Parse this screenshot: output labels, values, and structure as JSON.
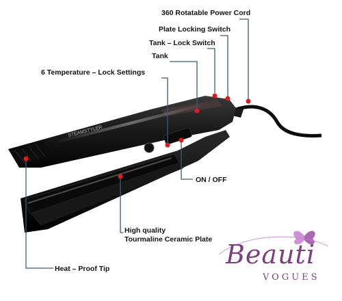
{
  "labels": {
    "power_cord": "360 Rotatable Power Cord",
    "plate_locking_switch": "Plate Locking Switch",
    "tank_lock_switch": "Tank – Lock Switch",
    "tank": "Tank",
    "temperature_lock": "6 Temperature – Lock Settings",
    "on_off": "ON / OFF",
    "ceramic_plate_line1": "High quality",
    "ceramic_plate_line2": "Tourmaline Ceramic Plate",
    "heat_proof_tip": "Heat – Proof Tip"
  },
  "device_text": {
    "brand": "STEAMSTYLER"
  },
  "logo": {
    "main": "Beauti",
    "sub": "VOGUES"
  },
  "colors": {
    "callout_line": "#3b5a7a",
    "callout_dot": "#e01b1b",
    "device_body": "#151515",
    "logo": "#7b3f80"
  }
}
